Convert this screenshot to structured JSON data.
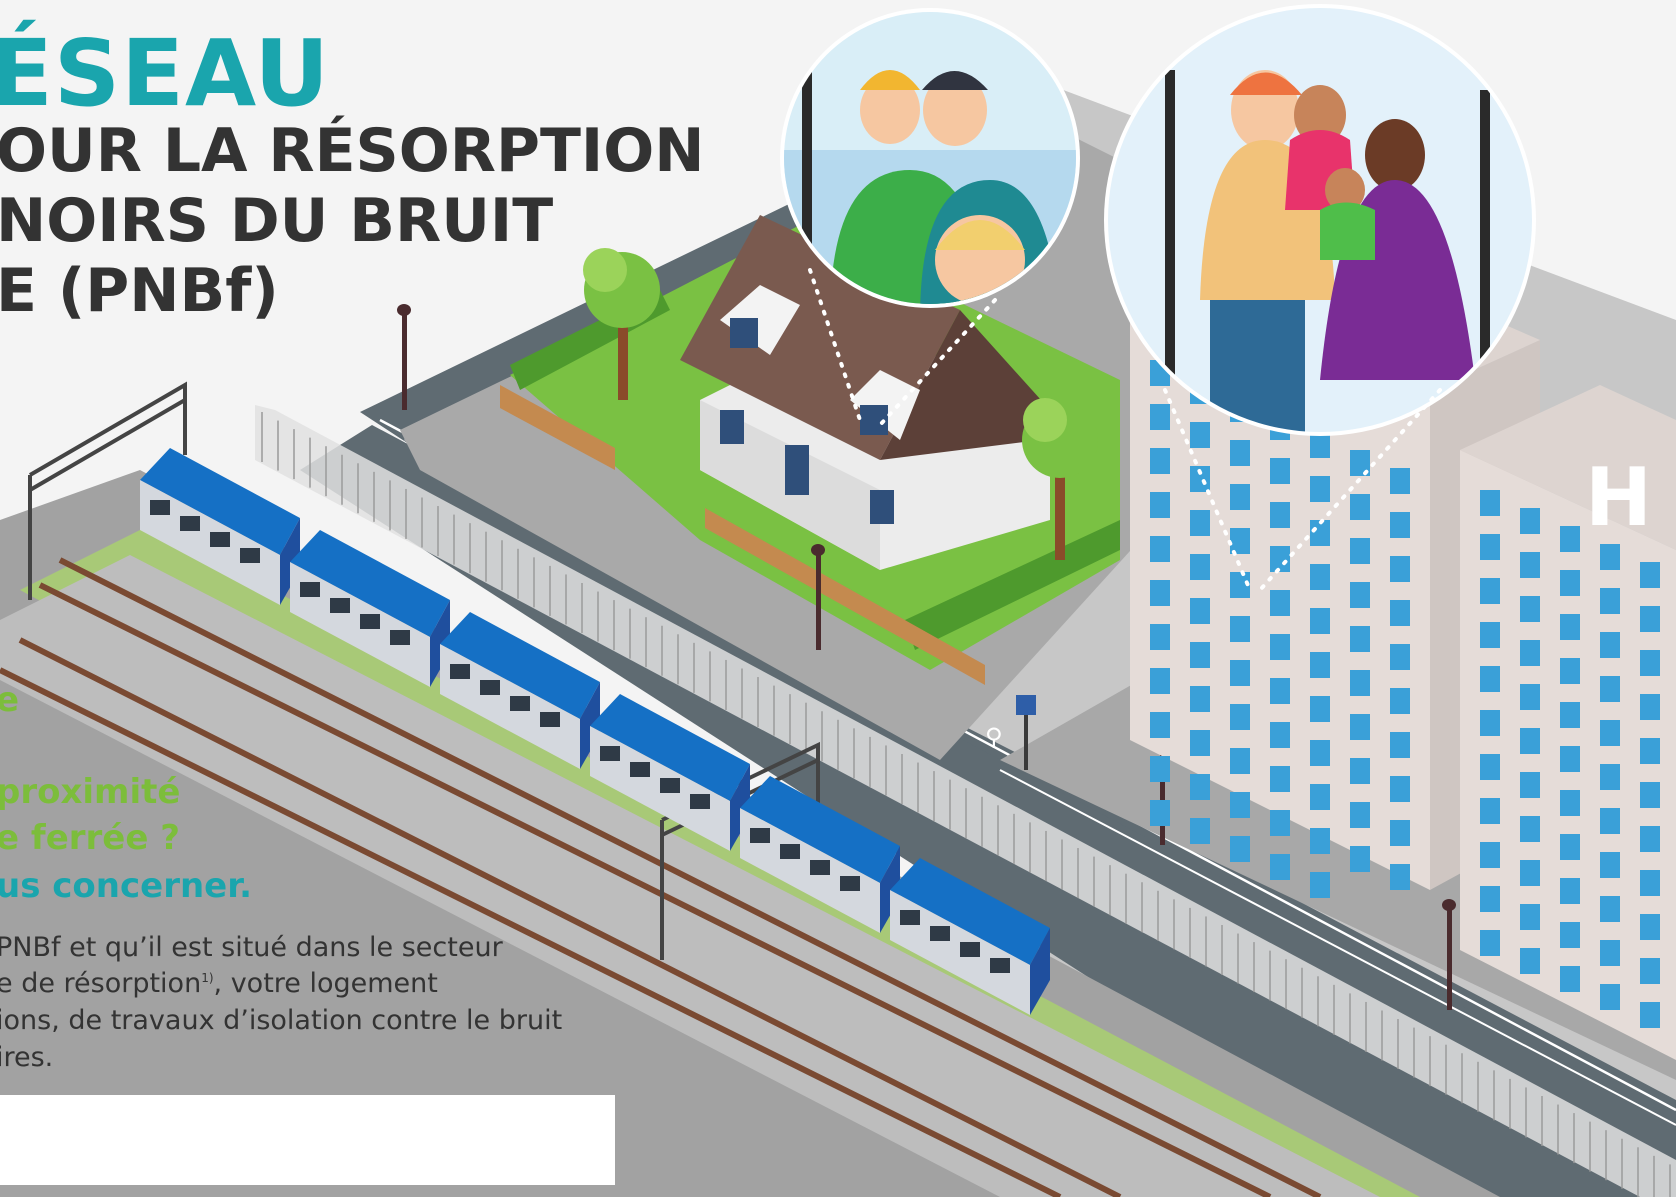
{
  "heading": {
    "main": "ÉSEAU",
    "line1": "OUR LA RÉSORPTION",
    "line2": "NOIRS DU BRUIT",
    "line3": "E (PNBf)"
  },
  "question": {
    "fragment": "e",
    "line1": "proximité",
    "line2": "e ferrée ?",
    "line3": "us concerner."
  },
  "body": {
    "line1": "PNBf et qu’il est situé dans le secteur",
    "line2": "e de résorption",
    "footnote": "1)",
    "line2_end": ", votre logement",
    "line3": "ions, de travaux d’isolation contre le bruit",
    "line4": "ires."
  },
  "colors": {
    "teal": "#1aa5ad",
    "green": "#7cbd3b",
    "text": "#333333",
    "background": "#f4f4f4"
  },
  "icons": {
    "hospital_sign": "hospital-letter-H-icon",
    "bike_lane": "bicycle-icon"
  }
}
